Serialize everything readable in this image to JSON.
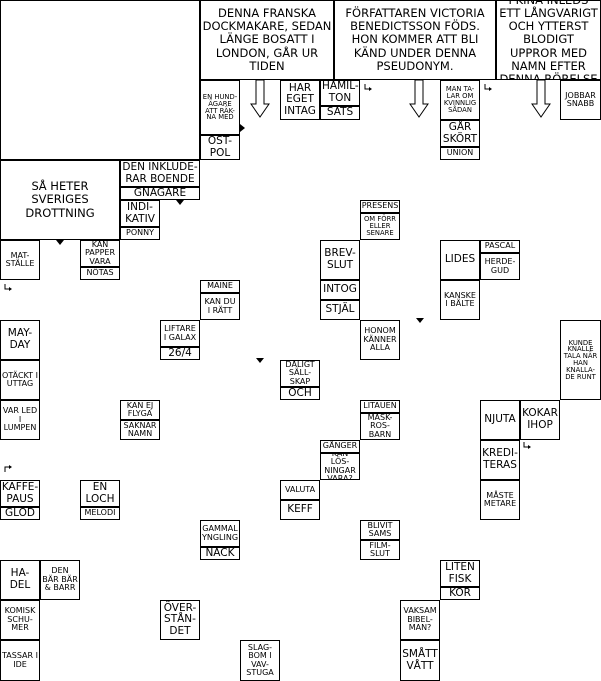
{
  "clues": {
    "top1": "DENNA FRANSKA DOCKMAKARE, SEDAN LÄNGE BOSATT I LONDON, GÅR UR TIDEN",
    "top2": "FÖRFATTAREN VICTORIA BENEDICTSSON FÖDS. HON KOMMER ATT BLI KÄND UNDER DENNA PSEUDONYM.",
    "top3": "I KINA INLEDS ETT LÅNGVARIGT OCH YTTERST BLODIGT UPPROR MED NAMN EFTER DENNA RÖRELSE",
    "enhundragare": "EN HUND-ÄGARE ATT RÄK-NA MED",
    "ostpol": "ÖST-POL",
    "hareget": "HAR EGET INTAG",
    "hamilton": "HAMIL-TON",
    "sats": "SATS",
    "mantalar": "MAN TA-LAR OM KVINNLIG SÅDAN",
    "garskort": "GÅR SKÖRT",
    "union": "UNION",
    "jobbar": "JOBBAR SNABB",
    "deninklud": "DEN INKLUDE-RAR BOENDE",
    "gnagare": "GNAGARE",
    "indikativ": "INDI-KATIV",
    "ponny": "PONNY",
    "saheter": "SÅ HETER SVERIGES DROTTNING",
    "presens": "PRESENS",
    "omforr": "OM FÖRR ELLER SENARE",
    "brevslut": "BREV-SLUT",
    "intog": "INTOG",
    "stjal": "STJÄL",
    "honomkanner": "HONOM KÄNNER ALLA",
    "lides": "LIDES",
    "pascal": "PASCAL",
    "herdegud": "HERDE-GUD",
    "kanskeibalte": "KANSKE I BÄLTE",
    "matstalle": "MAT-STÄLLE",
    "kanpapper": "KAN PAPPER VARA",
    "notas": "NÖTAS",
    "maine": "MAINE",
    "kanduiratt": "KAN DU I RÄTT",
    "liftare": "LIFTARE I GALAX",
    "date264": "26/4",
    "daligtsall": "DÅLIGT SÄLL-SKAP",
    "och": "OCH",
    "mayday": "MAY-DAY",
    "otackt": "OTÄCKT I UTTAG",
    "varled": "VAR LED I LUMPEN",
    "kanejflyga": "KAN EJ FLYGA",
    "saknarnamn": "SAKNAR NAMN",
    "kunde": "KUNDE KNALLE TALA NÄR HAN KNALLA-DE RUNT",
    "litauen": "LITAUEN",
    "maskrosbarn": "MASK-ROS-BARN",
    "njuta": "NJUTA",
    "kokarihop": "KOKAR IHOP",
    "krediteras": "KREDI-TERAS",
    "mastemetare": "MÅSTE METARE",
    "ganger": "GÅNGER",
    "kanlosningar": "KAN LÖS-NINGAR VARA?",
    "valuta": "VALUTA",
    "keff": "KEFF",
    "kaffepaus": "KAFFE-PAUS",
    "glod": "GLÖD",
    "enloch": "EN LOCH",
    "melodi": "MELODI",
    "gammal": "GAMMAL YNGLING",
    "nack": "NÄCK",
    "blivitsams": "BLIVIT SAMS",
    "filmslut": "FILM-SLUT",
    "hadel": "HA-DEL",
    "denbar": "DEN BÄR BÄR & BARR",
    "komisk": "KOMISK SCHU-MER",
    "tassar": "TASSAR I IDE",
    "overstandet": "ÖVER-STÅN-DET",
    "slagbom": "SLAG-BOM I VAV-STUGA",
    "litenfisk": "LITEN FISK",
    "kor": "KÖR",
    "vaksam": "VAKSAM BIBEL-MAN?",
    "smattvatt": "SMÅTT VÅTT"
  }
}
